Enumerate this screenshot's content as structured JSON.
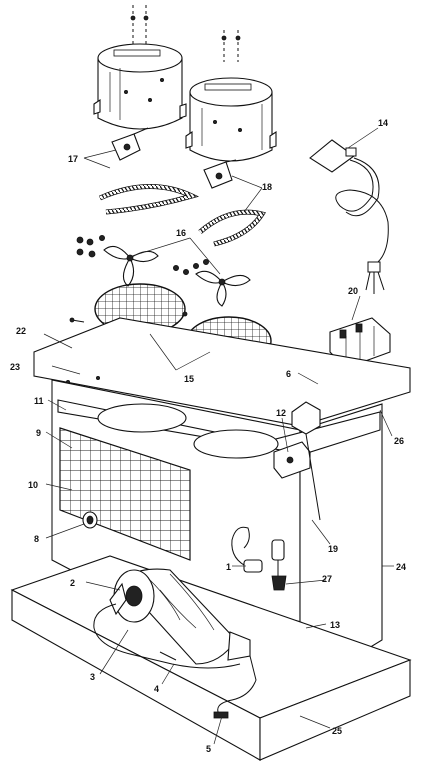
{
  "diagram": {
    "callouts": [
      "1",
      "2",
      "3",
      "4",
      "5",
      "6",
      "8",
      "9",
      "10",
      "11",
      "12",
      "13",
      "14",
      "15",
      "16",
      "17",
      "18",
      "19",
      "20",
      "22",
      "23",
      "24",
      "25",
      "26",
      "27"
    ]
  }
}
